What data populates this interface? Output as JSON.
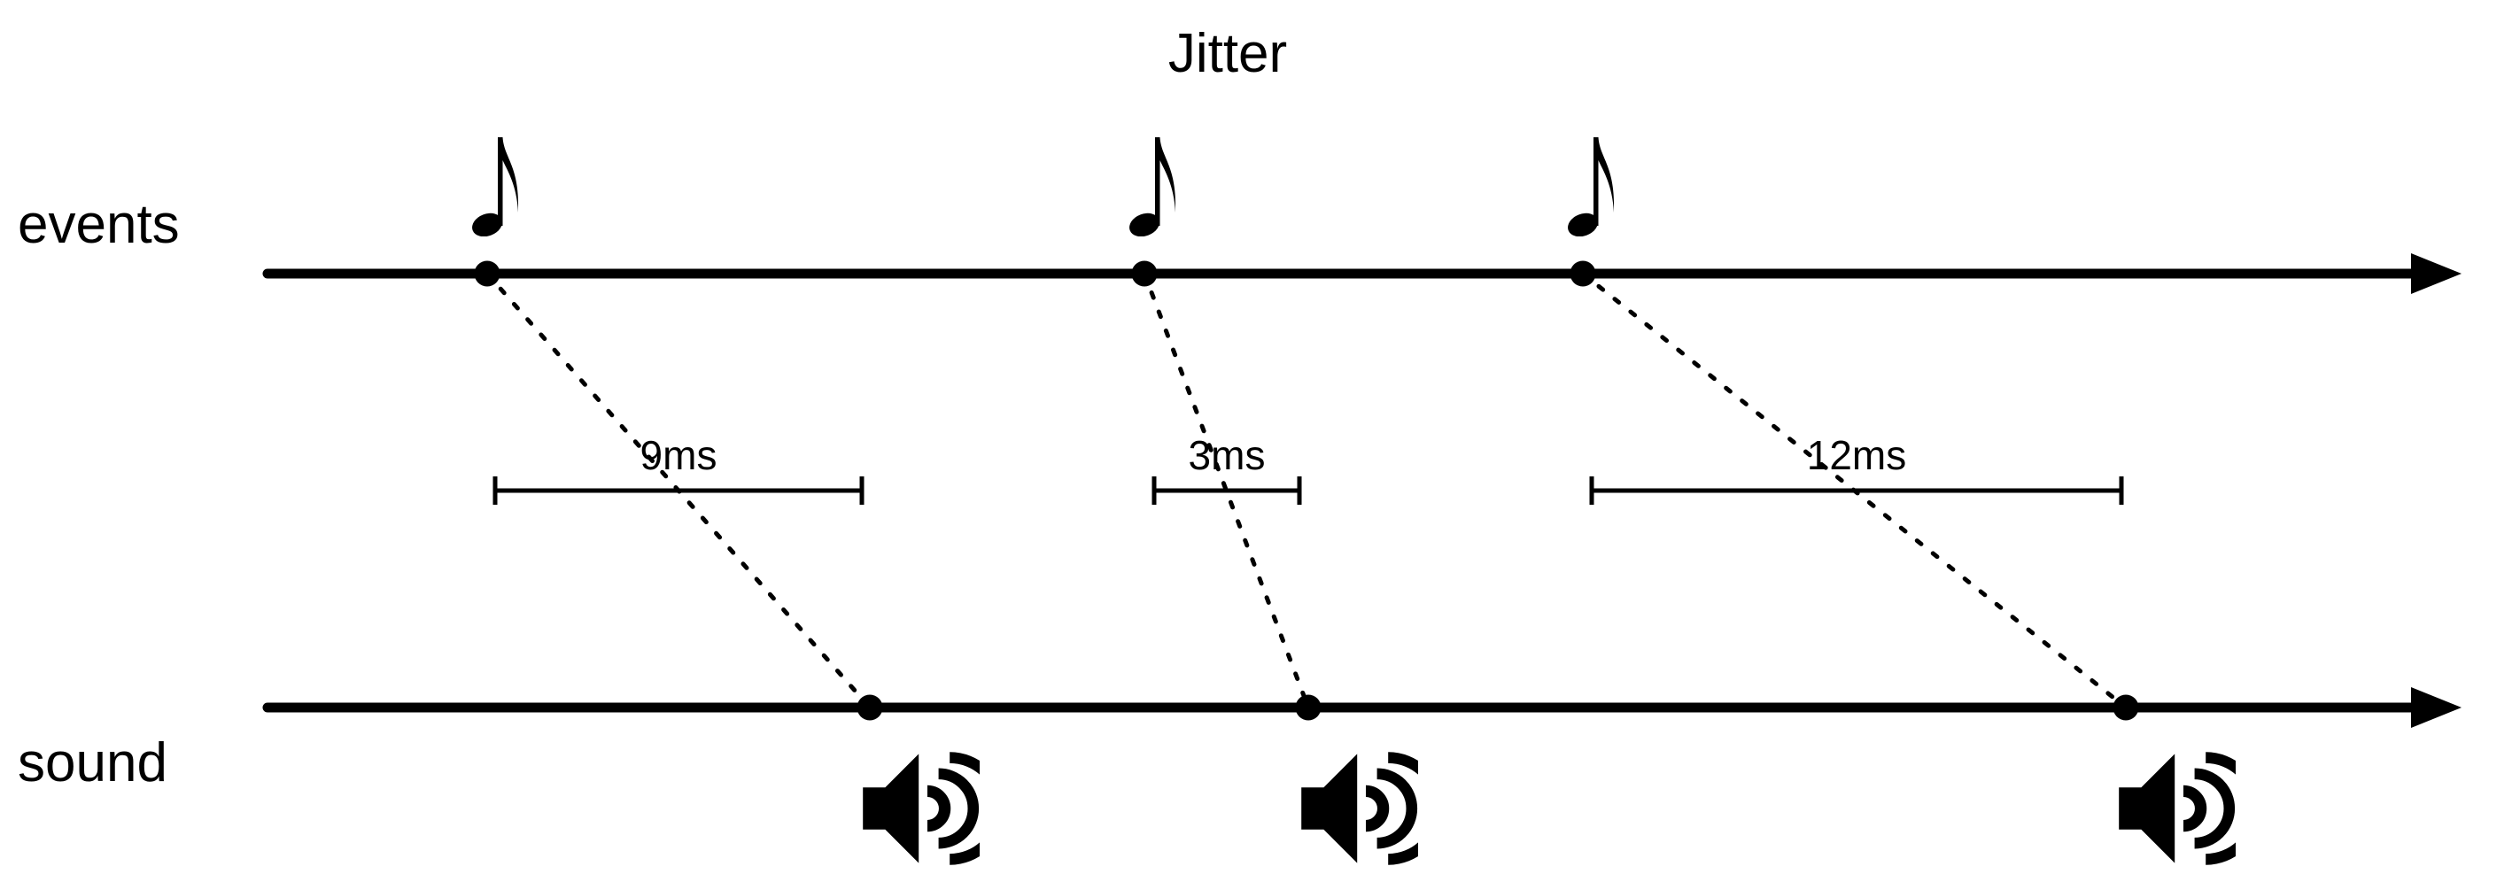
{
  "title": "Jitter",
  "timelines": {
    "events": {
      "label": "events"
    },
    "sound": {
      "label": "sound"
    }
  },
  "measurements": [
    {
      "label": "9ms",
      "value_ms": 9
    },
    {
      "label": "3ms",
      "value_ms": 3
    },
    {
      "label": "12ms",
      "value_ms": 12
    }
  ],
  "icons": {
    "event_marker": "eighth-note-icon",
    "sound_marker": "speaker-icon"
  },
  "colors": {
    "ink": "#000000",
    "background": "#ffffff"
  }
}
